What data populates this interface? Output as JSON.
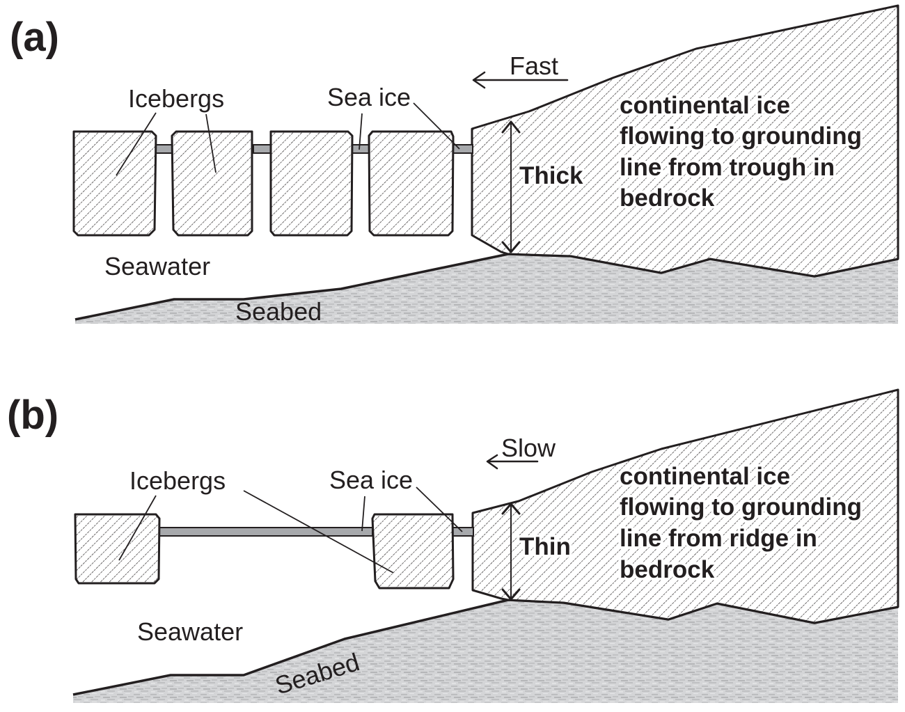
{
  "figure": {
    "panels": [
      {
        "id": "a",
        "letter": "(a)",
        "icebergs_label": "Icebergs",
        "sea_ice_label": "Sea ice",
        "flow_speed_label": "Fast",
        "thickness_label": "Thick",
        "seawater_label": "Seawater",
        "seabed_label": "Seabed",
        "description_lines": [
          "continental ice",
          "flowing to grounding",
          "line from trough in",
          "bedrock"
        ],
        "iceberg_count": 4
      },
      {
        "id": "b",
        "letter": "(b)",
        "icebergs_label": "Icebergs",
        "sea_ice_label": "Sea ice",
        "flow_speed_label": "Slow",
        "thickness_label": "Thin",
        "seawater_label": "Seawater",
        "seabed_label": "Seabed",
        "description_lines": [
          "continental ice",
          "flowing to grounding",
          "line from ridge in",
          "bedrock"
        ],
        "iceberg_count": 2
      }
    ],
    "colors": {
      "ink": "#231f20",
      "sea_ice": "#a7a9ac",
      "seabed": "#c8c9cb"
    }
  }
}
